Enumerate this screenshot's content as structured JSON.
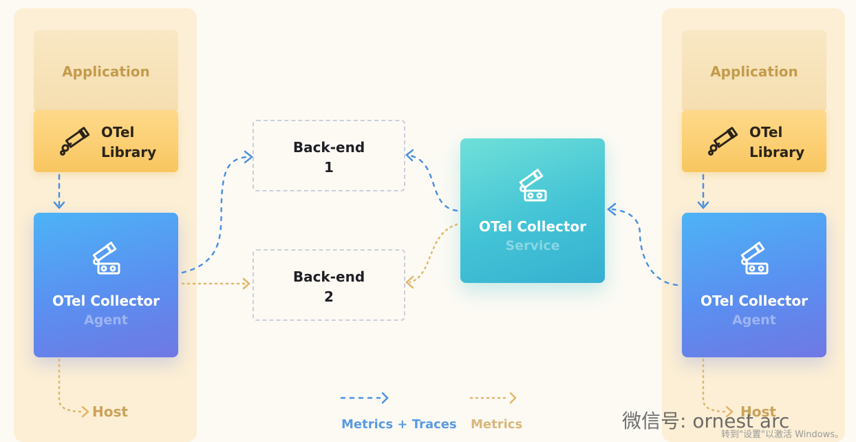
{
  "hosts": [
    {
      "application_label": "Application",
      "library_label_line1": "OTel",
      "library_label_line2": "Library",
      "agent_title": "OTel Collector",
      "agent_subtitle": "Agent",
      "host_label": "Host"
    },
    {
      "application_label": "Application",
      "library_label_line1": "OTel",
      "library_label_line2": "Library",
      "agent_title": "OTel Collector",
      "agent_subtitle": "Agent",
      "host_label": "Host"
    }
  ],
  "backends": [
    {
      "line1": "Back-end",
      "line2": "1"
    },
    {
      "line1": "Back-end",
      "line2": "2"
    }
  ],
  "service": {
    "title": "OTel Collector",
    "subtitle": "Service"
  },
  "legend": {
    "metrics_traces_label": "Metrics + Traces",
    "metrics_label": "Metrics"
  },
  "watermark": {
    "main": "微信号: ornest arc",
    "sub": "转到\"设置\"以激活 Windows。"
  },
  "colors": {
    "metrics_traces_line": "#4a90e2",
    "metrics_line": "#e0b66a",
    "agent_gradient_top": "#4db3f6",
    "service_gradient_top": "#6fe0d8",
    "library_box": "#f8c660"
  }
}
